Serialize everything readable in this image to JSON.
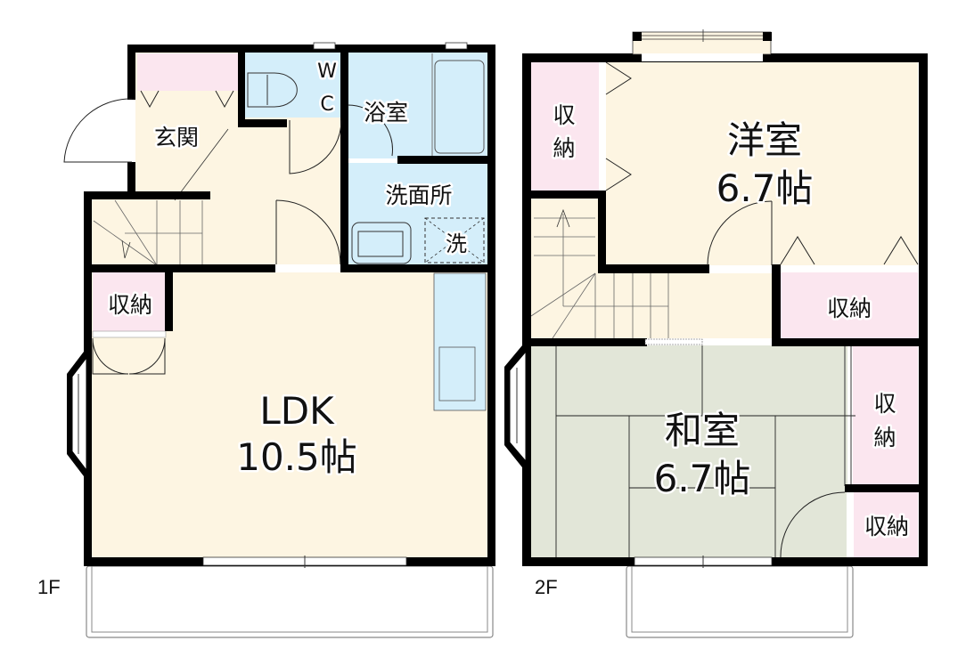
{
  "colors": {
    "wall": "#000000",
    "floor_wood": "#fdf5e2",
    "storage": "#fbe6ef",
    "wet_area": "#d4eefa",
    "tatami": "#e2e6d8",
    "line": "#222222"
  },
  "floor1": {
    "label": "1F",
    "rooms": {
      "genkan": "玄関",
      "wc_w": "W",
      "wc_c": "C",
      "bath": "浴室",
      "washroom": "洗面所",
      "washer": "洗",
      "storage": "収納",
      "ldk_name": "LDK",
      "ldk_size": "10.5帖"
    }
  },
  "floor2": {
    "label": "2F",
    "rooms": {
      "western_name": "洋室",
      "western_size": "6.7帖",
      "storage_left_1": "収",
      "storage_left_2": "納",
      "storage_mid": "収納",
      "japanese_name": "和室",
      "japanese_size": "6.7帖",
      "storage_right_1": "収",
      "storage_right_2": "納",
      "storage_small": "収納"
    }
  }
}
